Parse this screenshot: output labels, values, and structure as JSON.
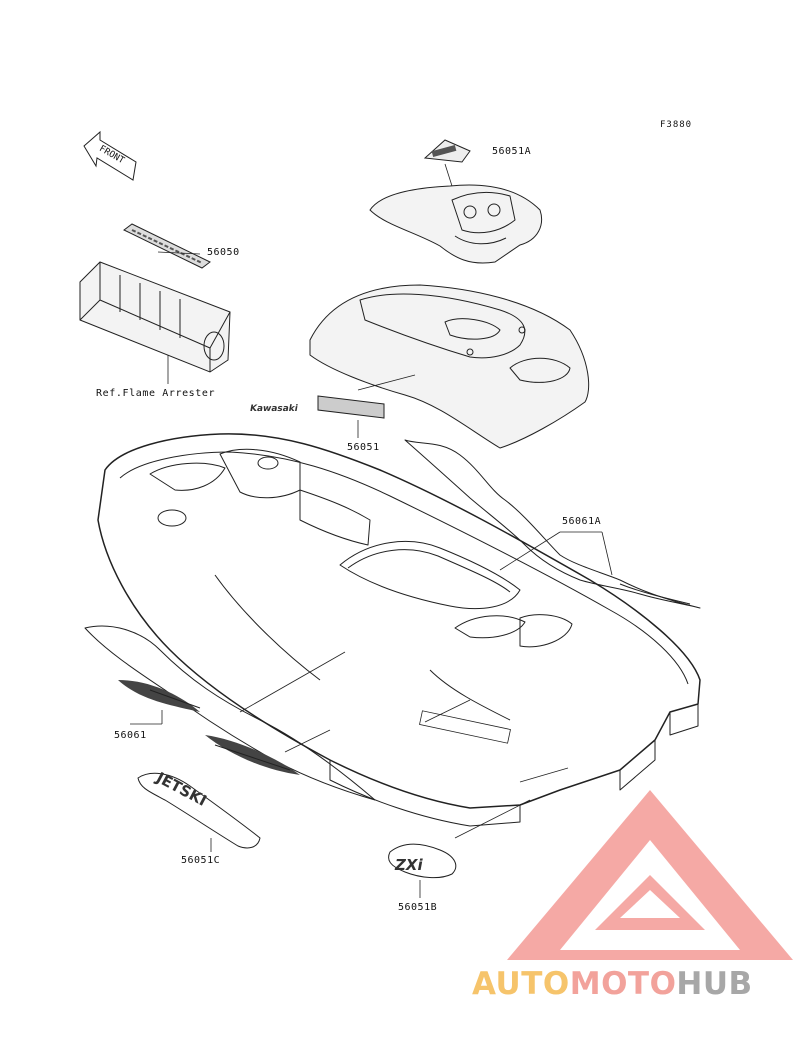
{
  "figure_code": "F3880",
  "front_arrow_text": "FRONT",
  "labels": {
    "p56051A": "56051A",
    "p56050": "56050",
    "p56051": "56051",
    "p56061A": "56061A",
    "p56061": "56061",
    "p56051C": "56051C",
    "p56051B": "56051B",
    "ref_flame_arrester": "Ref.Flame Arrester"
  },
  "decal_text": {
    "kawasaki": "Kawasaki",
    "jetski": "JETSKI",
    "zxi": "ZXi"
  },
  "watermark": {
    "part1": "AUTO",
    "part2": "MOTO",
    "part3": "HUB",
    "color_auto": "#f6c46b",
    "color_moto": "#f2a29b",
    "color_hub": "#a7a7a7",
    "logo_color": "#f08a86"
  }
}
